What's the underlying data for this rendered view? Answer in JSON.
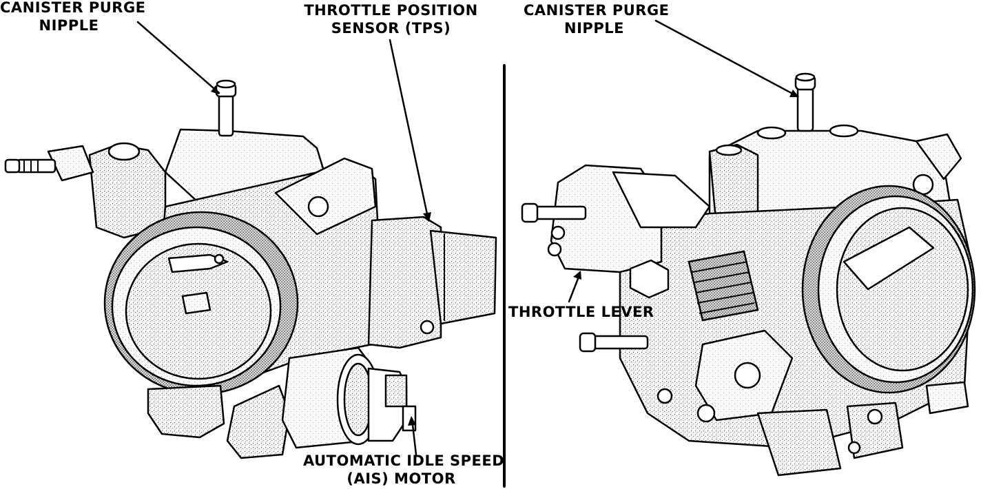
{
  "labels": {
    "left_purge": [
      "CANISTER PURGE",
      "NIPPLE"
    ],
    "tps": [
      "THROTTLE POSITION",
      "SENSOR (TPS)"
    ],
    "ais": [
      "AUTOMATIC IDLE SPEED",
      "(AIS) MOTOR"
    ],
    "right_purge": [
      "CANISTER PURGE",
      "NIPPLE"
    ],
    "throttle_lever": [
      "THROTTLE LEVER"
    ]
  }
}
